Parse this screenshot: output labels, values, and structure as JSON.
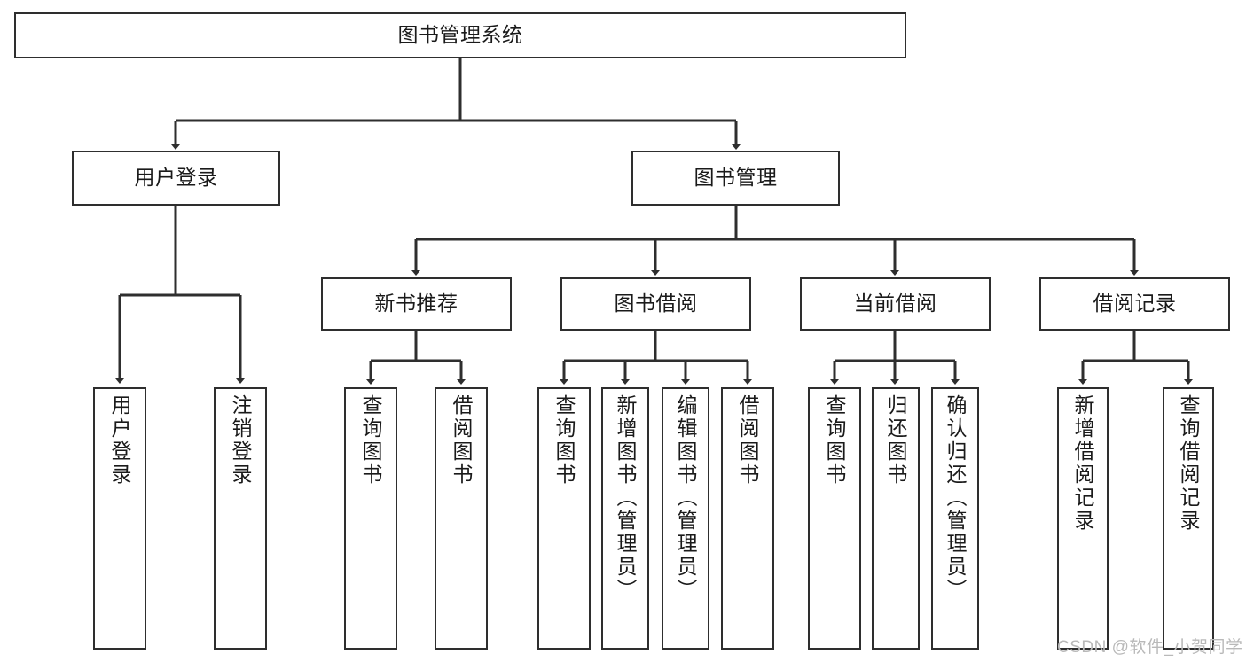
{
  "diagram": {
    "type": "tree",
    "title": "图书管理系统",
    "orientation": "top-down",
    "colors": {
      "box_border": "#2e2e2e",
      "box_fill": "#ffffff",
      "edge": "#2e2e2e",
      "text": "#1a1a1a",
      "watermark": "#b9b9b9"
    },
    "levels": [
      {
        "level": 1,
        "nodes": [
          {
            "id": "root",
            "label": "图书管理系统",
            "text_direction": "horizontal"
          }
        ]
      },
      {
        "level": 2,
        "nodes": [
          {
            "id": "user-login",
            "label": "用户登录",
            "text_direction": "horizontal",
            "parent": "root"
          },
          {
            "id": "book-manage",
            "label": "图书管理",
            "text_direction": "horizontal",
            "parent": "root"
          }
        ]
      },
      {
        "level": 3,
        "nodes": [
          {
            "id": "new-book-rec",
            "label": "新书推荐",
            "text_direction": "horizontal",
            "parent": "book-manage"
          },
          {
            "id": "book-borrow",
            "label": "图书借阅",
            "text_direction": "horizontal",
            "parent": "book-manage"
          },
          {
            "id": "current-borrow",
            "label": "当前借阅",
            "text_direction": "horizontal",
            "parent": "book-manage"
          },
          {
            "id": "borrow-record",
            "label": "借阅记录",
            "text_direction": "horizontal",
            "parent": "book-manage"
          }
        ]
      },
      {
        "level": 4,
        "nodes": [
          {
            "id": "leaf-1",
            "label": "用户登录",
            "text_direction": "vertical",
            "parent": "user-login"
          },
          {
            "id": "leaf-2",
            "label": "注销登录",
            "text_direction": "vertical",
            "parent": "user-login"
          },
          {
            "id": "leaf-3",
            "label": "查询图书",
            "text_direction": "vertical",
            "parent": "new-book-rec"
          },
          {
            "id": "leaf-4",
            "label": "借阅图书",
            "text_direction": "vertical",
            "parent": "new-book-rec"
          },
          {
            "id": "leaf-5",
            "label": "查询图书",
            "text_direction": "vertical",
            "parent": "book-borrow"
          },
          {
            "id": "leaf-6",
            "label": "新增图书（管理员）",
            "text_direction": "vertical",
            "parent": "book-borrow"
          },
          {
            "id": "leaf-7",
            "label": "编辑图书（管理员）",
            "text_direction": "vertical",
            "parent": "book-borrow"
          },
          {
            "id": "leaf-8",
            "label": "借阅图书",
            "text_direction": "vertical",
            "parent": "book-borrow"
          },
          {
            "id": "leaf-9",
            "label": "查询图书",
            "text_direction": "vertical",
            "parent": "current-borrow"
          },
          {
            "id": "leaf-10",
            "label": "归还图书",
            "text_direction": "vertical",
            "parent": "current-borrow"
          },
          {
            "id": "leaf-11",
            "label": "确认归还（管理员）",
            "text_direction": "vertical",
            "parent": "current-borrow"
          },
          {
            "id": "leaf-12",
            "label": "新增借阅记录",
            "text_direction": "vertical",
            "parent": "borrow-record"
          },
          {
            "id": "leaf-13",
            "label": "查询借阅记录",
            "text_direction": "vertical",
            "parent": "borrow-record"
          }
        ]
      }
    ]
  },
  "watermark": {
    "text": "CSDN @软件_小贺同学"
  }
}
